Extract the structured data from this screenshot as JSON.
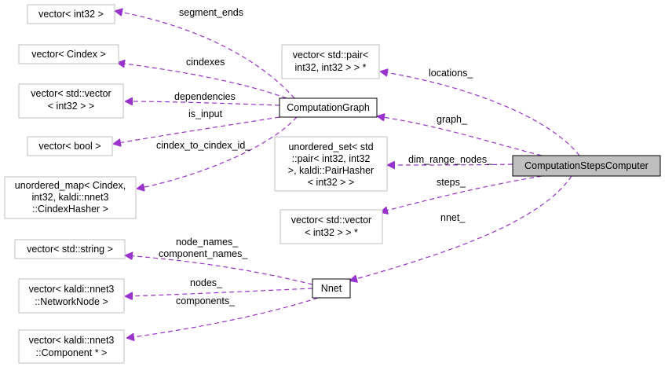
{
  "colors": {
    "edge": "#9a32cd",
    "box_border": "#bfbfbf",
    "focus_fill": "#bfbfbf"
  },
  "nodes": {
    "vector_int32": [
      "vector< int32 >"
    ],
    "vector_cindex": [
      "vector< Cindex >"
    ],
    "vector_std_vector_int32": [
      "vector< std::vector",
      "< int32 > >"
    ],
    "vector_bool": [
      "vector< bool >"
    ],
    "unordered_map_cindex": [
      "unordered_map< Cindex,",
      "int32, kaldi::nnet3",
      "::CindexHasher >"
    ],
    "vector_pair_ptr": [
      "vector< std::pair<",
      "int32, int32 > > *"
    ],
    "computation_graph": [
      "ComputationGraph"
    ],
    "unordered_set_pair": [
      "unordered_set< std",
      "::pair< int32, int32",
      ">, kaldi::PairHasher",
      "< int32 > >"
    ],
    "vector_std_vector_int32_ptr": [
      "vector< std::vector",
      "< int32 > > *"
    ],
    "computation_steps_computer": [
      "ComputationStepsComputer"
    ],
    "vector_string": [
      "vector< std::string >"
    ],
    "vector_network_node": [
      "vector< kaldi::nnet3",
      "::NetworkNode >"
    ],
    "vector_component_ptr": [
      "vector< kaldi::nnet3",
      "::Component * >"
    ],
    "nnet": [
      "Nnet"
    ]
  },
  "edge_labels": {
    "segment_ends": "segment_ends",
    "cindexes": "cindexes",
    "dependencies": "dependencies",
    "is_input": "is_input",
    "cindex_to_cindex_id": "cindex_to_cindex_id_",
    "locations": "locations_",
    "graph": "graph_",
    "dim_range_nodes": "dim_range_nodes_",
    "steps": "steps_",
    "nnet": "nnet_",
    "node_names": "node_names_",
    "component_names": "component_names_",
    "nodes": "nodes_",
    "components": "components_"
  }
}
